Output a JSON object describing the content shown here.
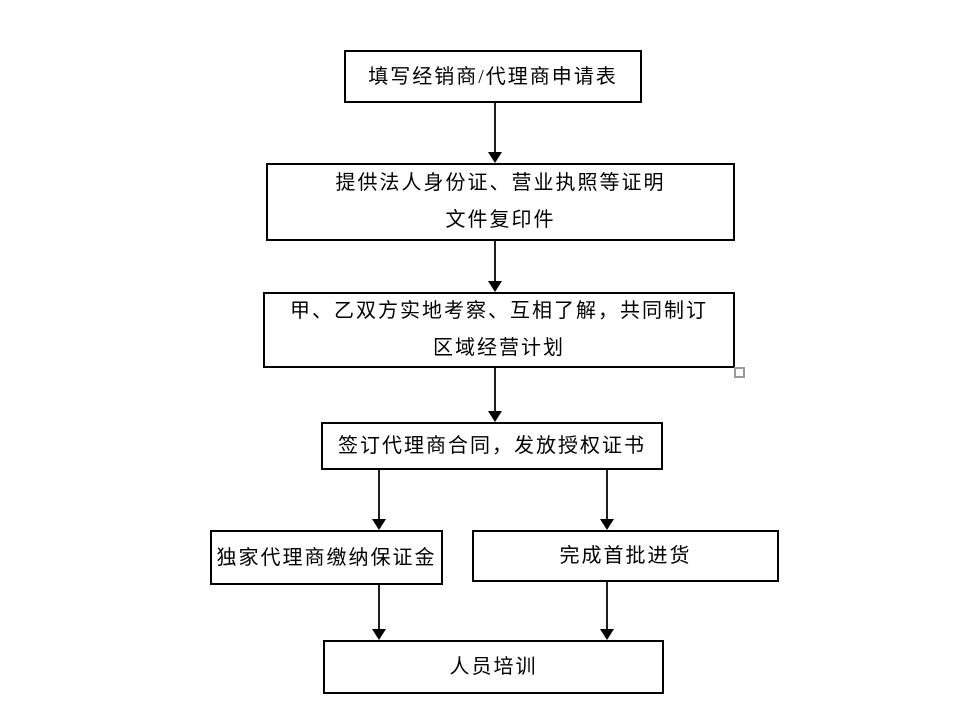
{
  "diagram": {
    "type": "flowchart",
    "background_color": "#ffffff",
    "box_border_color": "#000000",
    "text_color": "#000000",
    "arrow_color": "#000000",
    "selection_handle_color": "#9b9b9b",
    "nodes": {
      "apply_form": {
        "text": "填写经销商/代理商申请表"
      },
      "documents": {
        "line1": "提供法人身份证、营业执照等证明",
        "line2": "文件复印件"
      },
      "inspection": {
        "line1": "甲、乙双方实地考察、互相了解，共同制订",
        "line2": "区域经营计划"
      },
      "contract": {
        "text": "签订代理商合同，发放授权证书"
      },
      "deposit": {
        "text": "独家代理商缴纳保证金"
      },
      "first_order": {
        "text": "完成首批进货"
      },
      "training": {
        "text": "人员培训"
      }
    },
    "edges": [
      {
        "from": "apply_form",
        "to": "documents"
      },
      {
        "from": "documents",
        "to": "inspection"
      },
      {
        "from": "inspection",
        "to": "contract"
      },
      {
        "from": "contract",
        "to": "deposit"
      },
      {
        "from": "contract",
        "to": "first_order"
      },
      {
        "from": "deposit",
        "to": "training"
      },
      {
        "from": "first_order",
        "to": "training"
      }
    ]
  }
}
